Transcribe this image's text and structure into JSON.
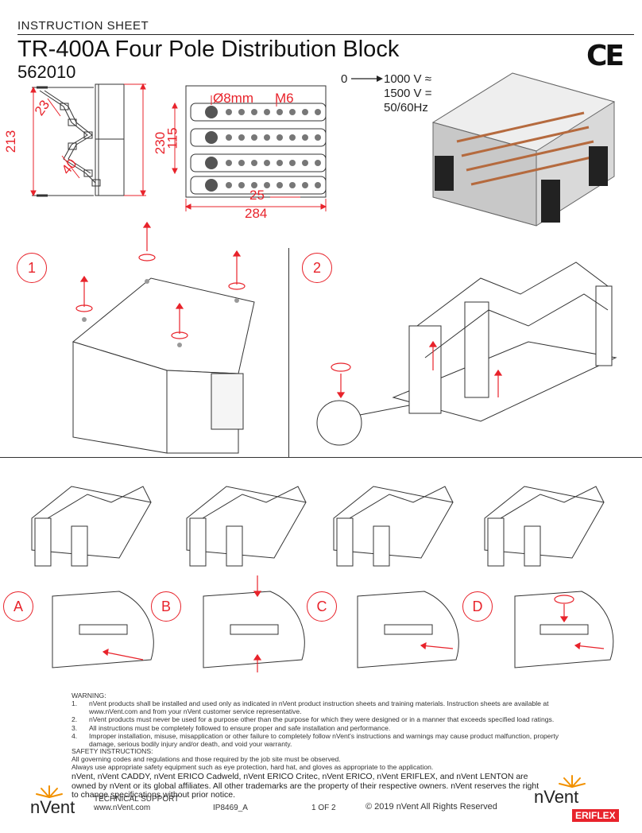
{
  "header": {
    "sheet_label": "INSTRUCTION SHEET",
    "title": "TR-400A Four Pole Distribution Block",
    "part_number": "562010",
    "ce_mark": "CE"
  },
  "ratings": {
    "lines": [
      "1000 V ≈",
      "1500 V =",
      "50/60Hz"
    ],
    "prefix": "0"
  },
  "dimensions": {
    "side_height": "213",
    "side_pitch": "23",
    "side_depth": "40",
    "side_total": "230",
    "top_height": "115",
    "hole_dia": "Ø8mm",
    "thread": "M6",
    "pitch": "25",
    "width": "284"
  },
  "steps": {
    "one": "1",
    "two": "2",
    "a": "A",
    "b": "B",
    "c": "C",
    "d": "D"
  },
  "warning": {
    "heading": "WARNING:",
    "items": [
      {
        "num": "1.",
        "text": "nVent products shall be installed and used only as indicated in nVent product instruction sheets and training materials. Instruction sheets are available at www.nVent.com and from your nVent customer service representative."
      },
      {
        "num": "2.",
        "text": "nVent products must never be used for a purpose other than the purpose for which they were designed or in a manner that exceeds specified load ratings."
      },
      {
        "num": "3.",
        "text": "All instructions must be completely followed to ensure proper and safe installation and performance."
      },
      {
        "num": "4.",
        "text": "Improper installation, misuse, misapplication or other failure to completely follow nVent's instructions and warnings may cause product malfunction, property damage, serious bodily injury and/or death, and void your warranty."
      }
    ]
  },
  "safety": {
    "heading": "SAFETY INSTRUCTIONS:",
    "line1": "All governing codes and regulations and those required by the job site must be observed.",
    "line2": "Always use appropriate safety equipment such as eye protection, hard hat, and gloves as appropriate to the application."
  },
  "trademark": "nVent, nVent CADDY, nVent ERICO Cadweld, nVent ERICO Critec, nVent ERICO, nVent ERIFLEX, and nVent LENTON are owned by nVent or its global affiliates. All other trademarks are the property of their respective owners. nVent reserves the right to change specifications without prior notice.",
  "footer": {
    "support_label": "TECHNICAL SUPPORT",
    "support_url": "www.nVent.com",
    "doc_id": "IP8469_A",
    "page": "1 OF 2",
    "copyright": "© 2019 nVent All Rights Reserved"
  },
  "brand": {
    "logo_left": "nVent",
    "logo_right": "nVent",
    "sub_brand": "ERIFLEX",
    "accent": "#e8232b",
    "logo_orange": "#f29100"
  }
}
